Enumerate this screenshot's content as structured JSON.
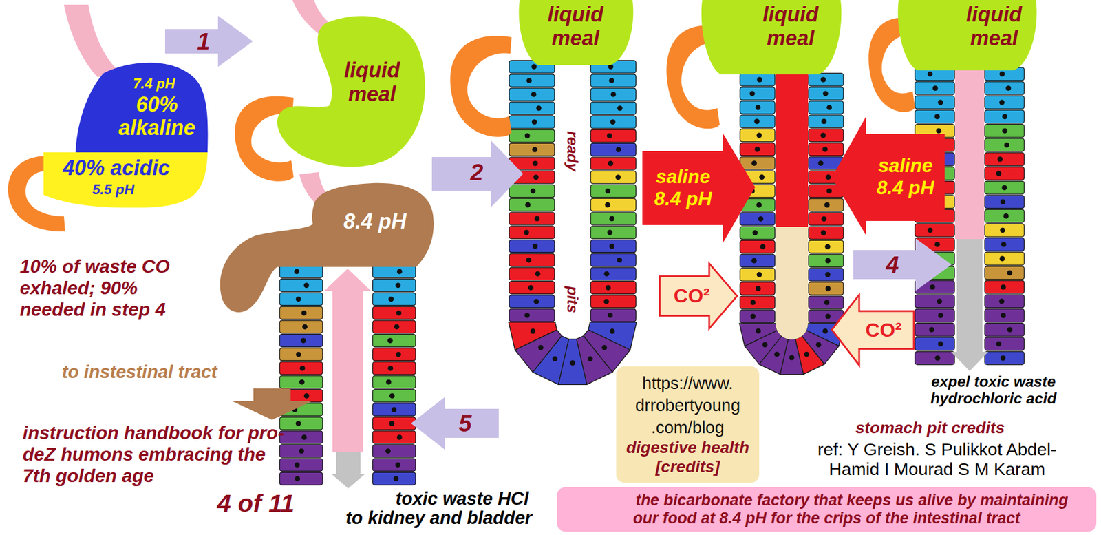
{
  "diagram": {
    "nodes": [
      {
        "text": [
          "7.4 pH",
          "60% alkaline",
          "40% acidic",
          "5.5 pH"
        ]
      },
      {
        "text": [
          "1"
        ]
      },
      {
        "text": [
          "liquid meal"
        ]
      },
      {
        "text": [
          "2"
        ]
      },
      {
        "text": [
          "liquid meal"
        ]
      },
      {
        "text": [
          "liquid meal"
        ]
      },
      {
        "text": [
          "saline 8.4 pH"
        ]
      },
      {
        "text": [
          "saline 8.4 pH"
        ]
      },
      {
        "text": [
          "CO²"
        ]
      },
      {
        "text": [
          "CO²"
        ]
      },
      {
        "text": [
          "liquid meal"
        ]
      },
      {
        "text": [
          "4"
        ]
      },
      {
        "text": [
          "8.4 pH"
        ]
      },
      {
        "text": [
          "5"
        ]
      },
      {
        "text": [
          "https://www. drrobertyoung .com/blog",
          "digestive health [credits]"
        ]
      },
      {
        "text": [
          "the bicarbonate factory that keeps us alive by maintaining our food at 8.4 pH for the crips of the intestinal tract"
        ]
      }
    ],
    "labels": [
      "ready",
      "pits",
      "expel toxic waste hydrochloric acid",
      "10% of waste CO exhaled; 90% needed in step 4",
      "to instestinal tract",
      "instruction handbook for pro-deZ humons embracing the 7th golden age",
      "4 of 11",
      "toxic waste HCl to kidney and bladder",
      "stomach pit credits",
      "ref: Y Greish. S Pulikkot Abdel-Hamid I Mourad S M Karam"
    ]
  }
}
